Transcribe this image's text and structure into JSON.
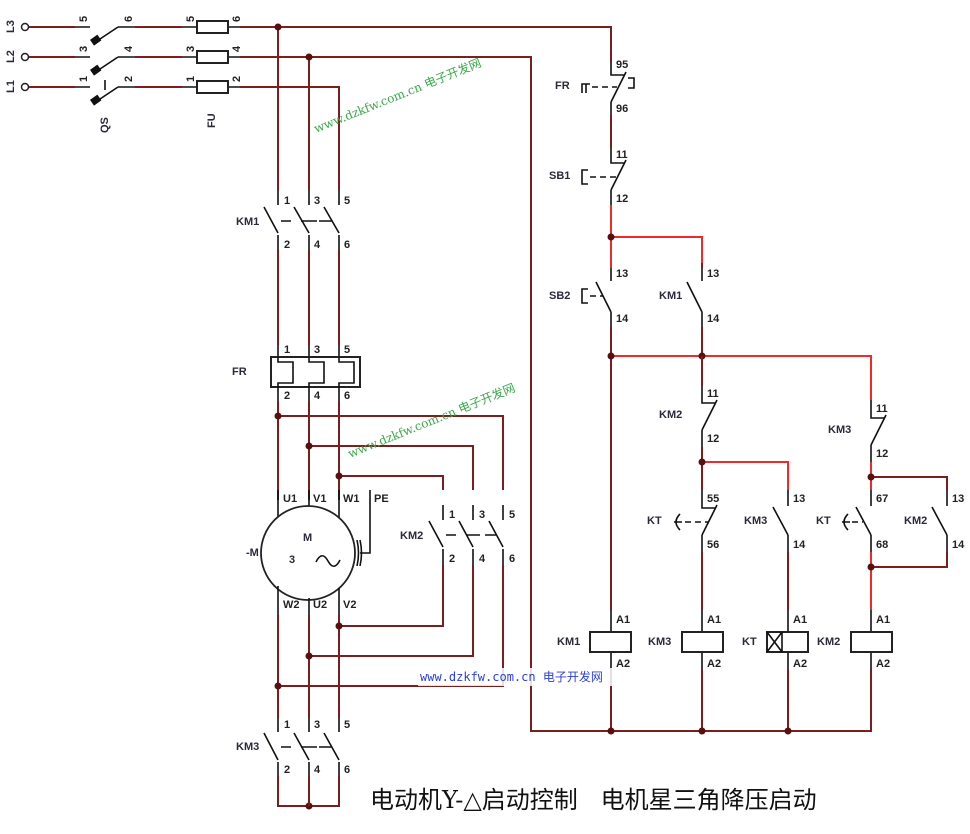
{
  "title": "电动机Y-△启动控制   电机星三角降压启动",
  "colors": {
    "wire": "#7a1e1e",
    "energized_wire": "#ee2a2a",
    "symbol": "#111111",
    "watermark_green": "#3aa84a",
    "watermark_blue": "#2c3fd6"
  },
  "watermark": {
    "url": "www.dzkfw.com.cn",
    "site_name": "电子开发网",
    "full": "www.dzkfw.com.cn 电子开发网"
  },
  "supply": {
    "lines": [
      "L3",
      "L2",
      "L1"
    ]
  },
  "main_circuit": {
    "qs": {
      "label": "QS",
      "top_pins": [
        "5",
        "3",
        "1"
      ],
      "bottom_pins": [
        "6",
        "4",
        "2"
      ]
    },
    "fu": {
      "label": "FU",
      "left_pins": [
        "5",
        "3",
        "1"
      ],
      "right_pins": [
        "6",
        "4",
        "2"
      ]
    },
    "km1": {
      "label": "KM1",
      "top_pins": [
        "1",
        "3",
        "5"
      ],
      "bottom_pins": [
        "2",
        "4",
        "6"
      ]
    },
    "fr": {
      "label": "FR",
      "top_pins": [
        "1",
        "3",
        "5"
      ],
      "bottom_pins": [
        "2",
        "4",
        "6"
      ]
    },
    "motor": {
      "label": "-M",
      "symbol": "M",
      "phases": "3",
      "ac_symbol": "~",
      "top_terminals": [
        "U1",
        "V1",
        "W1"
      ],
      "pe": "PE",
      "bottom_terminals": [
        "W2",
        "U2",
        "V2"
      ]
    },
    "km2": {
      "label": "KM2",
      "top_pins": [
        "1",
        "3",
        "5"
      ],
      "bottom_pins": [
        "2",
        "4",
        "6"
      ]
    },
    "km3": {
      "label": "KM3",
      "top_pins": [
        "1",
        "3",
        "5"
      ],
      "bottom_pins": [
        "2",
        "4",
        "6"
      ]
    }
  },
  "control_circuit": {
    "fr_nc": {
      "label": "FR",
      "pins": [
        "95",
        "96"
      ]
    },
    "sb1": {
      "label": "SB1",
      "pins": [
        "11",
        "12"
      ]
    },
    "sb2": {
      "label": "SB2",
      "pins": [
        "13",
        "14"
      ]
    },
    "km1_aux": {
      "label": "KM1",
      "pins": [
        "13",
        "14"
      ]
    },
    "km2_nc": {
      "label": "KM2",
      "pins": [
        "11",
        "12"
      ]
    },
    "km3_nc": {
      "label": "KM3",
      "pins": [
        "11",
        "12"
      ]
    },
    "kt_nc": {
      "label": "KT",
      "pins": [
        "55",
        "56"
      ]
    },
    "km3_aux": {
      "label": "KM3",
      "pins": [
        "13",
        "14"
      ]
    },
    "kt_no": {
      "label": "KT",
      "pins": [
        "67",
        "68"
      ]
    },
    "km2_aux": {
      "label": "KM2",
      "pins": [
        "13",
        "14"
      ]
    },
    "coils": [
      {
        "label": "KM1",
        "a1": "A1",
        "a2": "A2",
        "timer": false
      },
      {
        "label": "KM3",
        "a1": "A1",
        "a2": "A2",
        "timer": false
      },
      {
        "label": "KT",
        "a1": "A1",
        "a2": "A2",
        "timer": true
      },
      {
        "label": "KM2",
        "a1": "A1",
        "a2": "A2",
        "timer": false
      }
    ]
  }
}
